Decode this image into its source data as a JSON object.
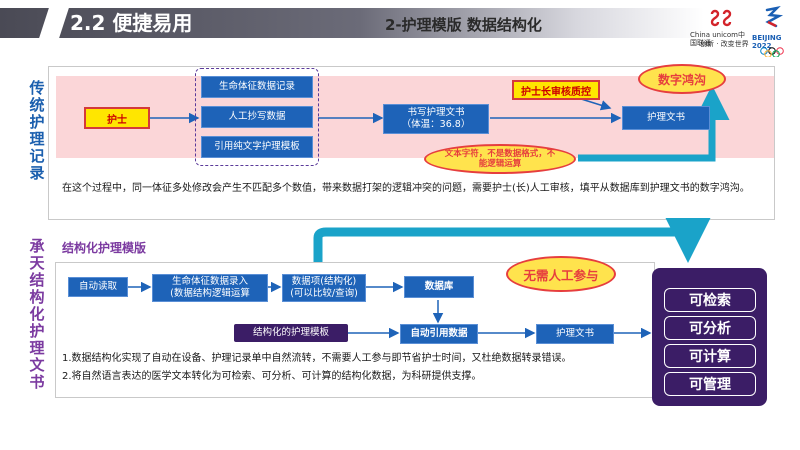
{
  "header": {
    "section_title": "2.2 便捷易用",
    "subtitle": "2-护理模版  数据结构化",
    "logo_unicom_en": "China unicom中国联通",
    "logo_unicom_cn": "创新 · 改变世界",
    "logo_games": "BEIJING 2022"
  },
  "section1": {
    "label": "传\n统\n护\n理\n记\n录",
    "nurse": "护士",
    "sources": [
      "生命体征数据记录",
      "人工抄写数据",
      "引用纯文字护理模板"
    ],
    "write_doc": "书写护理文书\n（体温：36.8）",
    "head_nurse": "护士长审核质控",
    "nursing_doc": "护理文书",
    "digital_gap": "数字鸿沟",
    "text_cloud": "文本字符，不是数据格式，不能逻辑运算",
    "note": "在这个过程中，同一体征多处修改会产生不匹配多个数值，带来数据打架的逻辑冲突的问题，需要护士(长)人工审核，填平从数据库到护理文书的数字鸿沟。"
  },
  "section2": {
    "label": "承\n天\n结\n构\n化\n护\n理\n文\n书",
    "title": "结构化护理模版",
    "auto_read": "自动读取",
    "vital_entry": "生命体征数据录入\n(数据结构逻辑运算",
    "data_item": "数据项(结构化)\n(可以比较/查询)",
    "database": "数据库",
    "template": "结构化的护理模板",
    "auto_cite": "自动引用数据",
    "nursing_doc": "护理文书",
    "no_manual": "无需人工参与",
    "outcomes": [
      "可检索",
      "可分析",
      "可计算",
      "可管理"
    ],
    "notes": [
      "1.数据结构化实现了自动在设备、护理记录单中自然流转，不需要人工参与即节省护士时间，又杜绝数据转录错误。",
      "2.将自然语言表达的医学文本转化为可检索、可分析、可计算的结构化数据，为科研提供支撑。"
    ]
  },
  "colors": {
    "pink_band": "#fbd6d8",
    "blue_box": "#1e63b8",
    "cyan_arrow": "#1aa3c9",
    "purple": "#3b1d66",
    "label_blue": "#1b5fae",
    "label_purple": "#7b3aa0"
  }
}
